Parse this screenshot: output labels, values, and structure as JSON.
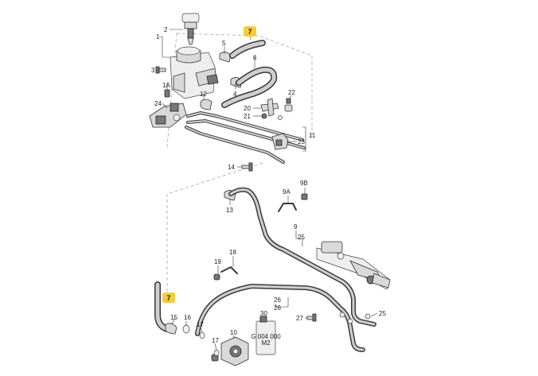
{
  "highlight_color": "#f3cd3a",
  "callouts": {
    "c1": "1",
    "c2": "2",
    "c3": "3",
    "c1a": "1A",
    "c24": "24",
    "c5": "5",
    "c7_top": "7",
    "c6": "6",
    "c4": "4",
    "c12": "12",
    "c20": "20",
    "c21": "21",
    "c22": "22",
    "c11": "11",
    "c23": "23",
    "c14": "14",
    "c13": "13",
    "c9a": "9A",
    "c9b": "9B",
    "c9": "9",
    "c25_top": "25",
    "c19": "19",
    "c18": "18",
    "c7_bottom": "7",
    "c15": "15",
    "c16": "16",
    "c17_a": "17",
    "c10": "10",
    "c17_b": "17",
    "c30": "30",
    "c26_a": "26",
    "c26_b": "26",
    "c27": "27",
    "c25_bottom": "25"
  },
  "fluid_can": {
    "text_line1": "G 004 000",
    "text_line2": "M2"
  }
}
